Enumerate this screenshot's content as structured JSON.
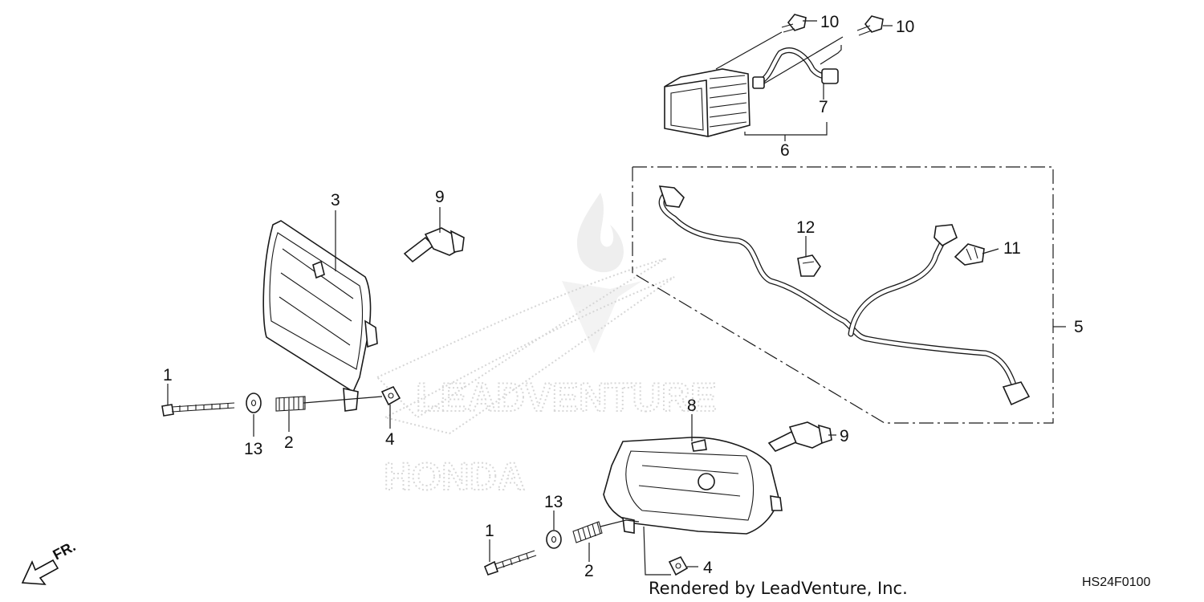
{
  "diagram": {
    "watermark": {
      "brand_text": "LEADVENTURE",
      "maker_text": "HONDA"
    },
    "callouts": [
      {
        "id": "c-10a",
        "label": "10"
      },
      {
        "id": "c-10b",
        "label": "10"
      },
      {
        "id": "c-7",
        "label": "7"
      },
      {
        "id": "c-6",
        "label": "6"
      },
      {
        "id": "c-9a",
        "label": "9"
      },
      {
        "id": "c-3",
        "label": "3"
      },
      {
        "id": "c-12",
        "label": "12"
      },
      {
        "id": "c-11",
        "label": "11"
      },
      {
        "id": "c-5",
        "label": "5"
      },
      {
        "id": "c-1a",
        "label": "1"
      },
      {
        "id": "c-13a",
        "label": "13"
      },
      {
        "id": "c-2a",
        "label": "2"
      },
      {
        "id": "c-4a",
        "label": "4"
      },
      {
        "id": "c-8",
        "label": "8"
      },
      {
        "id": "c-9b",
        "label": "9"
      },
      {
        "id": "c-13b",
        "label": "13"
      },
      {
        "id": "c-1b",
        "label": "1"
      },
      {
        "id": "c-2b",
        "label": "2"
      },
      {
        "id": "c-4b",
        "label": "4"
      }
    ],
    "direction_label": "FR.",
    "footer_text": "Rendered by LeadVenture, Inc.",
    "diagram_code": "HS24F0100"
  }
}
